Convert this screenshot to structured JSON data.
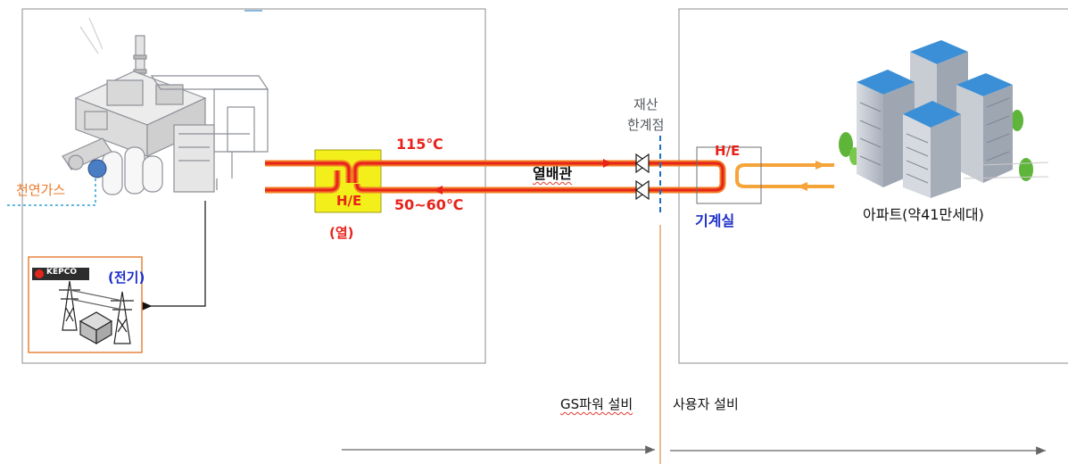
{
  "labels": {
    "natural_gas": "천연가스",
    "electricity": "(전기)",
    "kepco_logo": "KEPCO",
    "heat_exchanger_plant": "H/E",
    "heat_label": "(열)",
    "supply_temp": "115℃",
    "return_temp": "50~60℃",
    "heat_pipe": "열배관",
    "boundary_line1": "재산",
    "boundary_line2": "한계점",
    "heat_exchanger_room": "H/E",
    "machine_room": "기계실",
    "apartment": "아파트(약41만세대)",
    "gs_power_equipment": "GS파워 설비",
    "user_equipment": "사용자 설비"
  },
  "colors": {
    "hot_pipe": "#e8231b",
    "hot_pipe_outline": "#f07c22",
    "warm_pipe": "#f5a43a",
    "heat_exchanger_fill": "#f3ef1b",
    "boundary_dashed": "#1c6fc0",
    "boundary_line": "#e9a36c",
    "electricity_text": "#1d2fc9",
    "gas_text": "#ee7a2a",
    "gas_dashed": "#2aa2d8",
    "building_blue": "#3b8fd6",
    "tree_green": "#5fb53a"
  },
  "icons": [
    "power-plant-illustration",
    "kepco-logo",
    "transmission-tower-icon",
    "apartment-complex-illustration",
    "valve-icon"
  ]
}
